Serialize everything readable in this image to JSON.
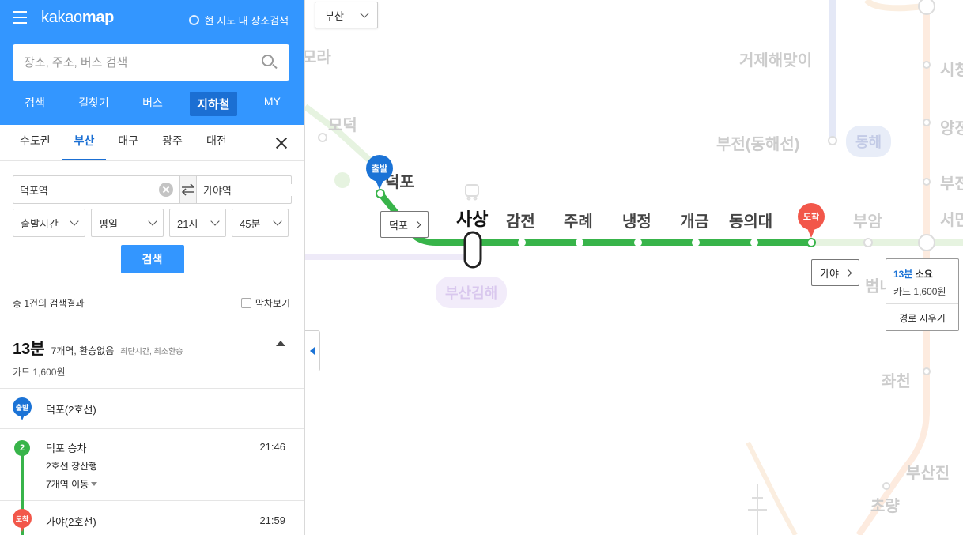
{
  "header": {
    "logo_light": "kakao",
    "logo_bold": "map",
    "area_search_label": "현 지도 내 장소검색",
    "search_placeholder": "장소, 주소, 버스 검색",
    "tabs": [
      "검색",
      "길찾기",
      "버스",
      "지하철",
      "MY"
    ],
    "active_tab": "지하철"
  },
  "city_tabs": [
    "수도권",
    "부산",
    "대구",
    "광주",
    "대전"
  ],
  "active_city": "부산",
  "route_form": {
    "departure": "덕포역",
    "arrival": "가야역",
    "time_type": "출발시간",
    "day_type": "평일",
    "hour": "21시",
    "minute": "45분",
    "search_button": "검색"
  },
  "results": {
    "count_text": "총 1건의 검색결과",
    "last_train_label": "막차보기"
  },
  "summary": {
    "duration": "13분",
    "stops": "7개역, 환승없음",
    "tags": "최단시간, 최소환승",
    "fare": "카드 1,600원"
  },
  "steps": {
    "start_pin": "출발",
    "start_station": "덕포(2호선)",
    "line_number": "2",
    "board_text": "덕포 승차",
    "board_time": "21:46",
    "direction": "2호선 장산행",
    "move_text": "7개역 이동",
    "end_pin": "도착",
    "end_station": "가야(2호선)",
    "end_time": "21:59"
  },
  "map": {
    "region": "부산",
    "route_color": "#38b44a",
    "faded_stations": [
      "모덕",
      "거제해맞이",
      "부전(동해선)",
      "부암",
      "시청",
      "양정",
      "부전",
      "서면",
      "범내",
      "좌천",
      "부산진",
      "초량",
      "모라"
    ],
    "route_stations": [
      "감전",
      "주례",
      "냉정",
      "개금",
      "동의대"
    ],
    "current_station": "사상",
    "start_station_label": "덕포",
    "line_tags": [
      "동해",
      "부산김해"
    ],
    "start_pin": "출발",
    "end_pin": "도착",
    "start_callout": "덕포",
    "end_callout": "가야",
    "info_duration": "13분",
    "info_suffix": "소요",
    "info_fare": "카드 1,600원",
    "clear_route": "경로 지우기"
  }
}
